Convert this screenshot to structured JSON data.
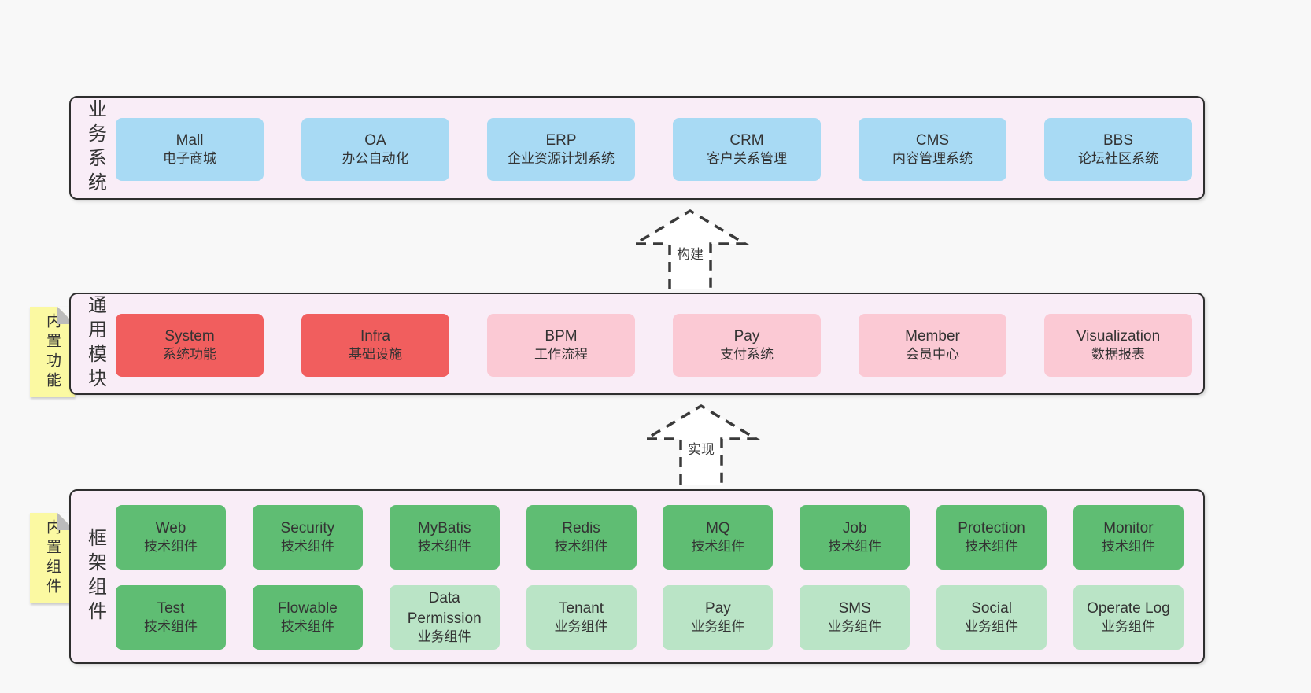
{
  "page": {
    "background": "#f8f8f8"
  },
  "colors": {
    "layer_bg": "#f9edf7",
    "layer_border": "#2e2e2e",
    "blue": "#a8daf4",
    "red": "#f15e5e",
    "pink": "#fbc9d4",
    "green": "#5fbd73",
    "light_green": "#bae4c6",
    "note_yellow": "#fbf9a2",
    "note_fold": "#bbbbbb",
    "text": "#333333",
    "arrow_stroke": "#3a3a3a"
  },
  "arrows": [
    {
      "label": "构建"
    },
    {
      "label": "实现"
    }
  ],
  "layers": {
    "business": {
      "title": "业务系统",
      "boxes": [
        {
          "name": "Mall",
          "desc": "电子商城"
        },
        {
          "name": "OA",
          "desc": "办公自动化"
        },
        {
          "name": "ERP",
          "desc": "企业资源计划系统"
        },
        {
          "name": "CRM",
          "desc": "客户关系管理"
        },
        {
          "name": "CMS",
          "desc": "内容管理系统"
        },
        {
          "name": "BBS",
          "desc": "论坛社区系统"
        }
      ]
    },
    "modules": {
      "title": "通用模块",
      "note": "内置功能",
      "boxes": [
        {
          "name": "System",
          "desc": "系统功能",
          "variant": "red"
        },
        {
          "name": "Infra",
          "desc": "基础设施",
          "variant": "red"
        },
        {
          "name": "BPM",
          "desc": "工作流程",
          "variant": "pink"
        },
        {
          "name": "Pay",
          "desc": "支付系统",
          "variant": "pink"
        },
        {
          "name": "Member",
          "desc": "会员中心",
          "variant": "pink"
        },
        {
          "name": "Visualization",
          "desc": "数据报表",
          "variant": "pink"
        }
      ]
    },
    "components": {
      "title": "框架组件",
      "note": "内置组件",
      "rows": [
        [
          {
            "name": "Web",
            "desc": "技术组件",
            "variant": "green"
          },
          {
            "name": "Security",
            "desc": "技术组件",
            "variant": "green"
          },
          {
            "name": "MyBatis",
            "desc": "技术组件",
            "variant": "green"
          },
          {
            "name": "Redis",
            "desc": "技术组件",
            "variant": "green"
          },
          {
            "name": "MQ",
            "desc": "技术组件",
            "variant": "green"
          },
          {
            "name": "Job",
            "desc": "技术组件",
            "variant": "green"
          },
          {
            "name": "Protection",
            "desc": "技术组件",
            "variant": "green"
          },
          {
            "name": "Monitor",
            "desc": "技术组件",
            "variant": "green"
          }
        ],
        [
          {
            "name": "Test",
            "desc": "技术组件",
            "variant": "green"
          },
          {
            "name": "Flowable",
            "desc": "技术组件",
            "variant": "green"
          },
          {
            "name": "Data Permission",
            "desc": "业务组件",
            "variant": "light_green"
          },
          {
            "name": "Tenant",
            "desc": "业务组件",
            "variant": "light_green"
          },
          {
            "name": "Pay",
            "desc": "业务组件",
            "variant": "light_green"
          },
          {
            "name": "SMS",
            "desc": "业务组件",
            "variant": "light_green"
          },
          {
            "name": "Social",
            "desc": "业务组件",
            "variant": "light_green"
          },
          {
            "name": "Operate Log",
            "desc": "业务组件",
            "variant": "light_green"
          }
        ]
      ]
    }
  }
}
